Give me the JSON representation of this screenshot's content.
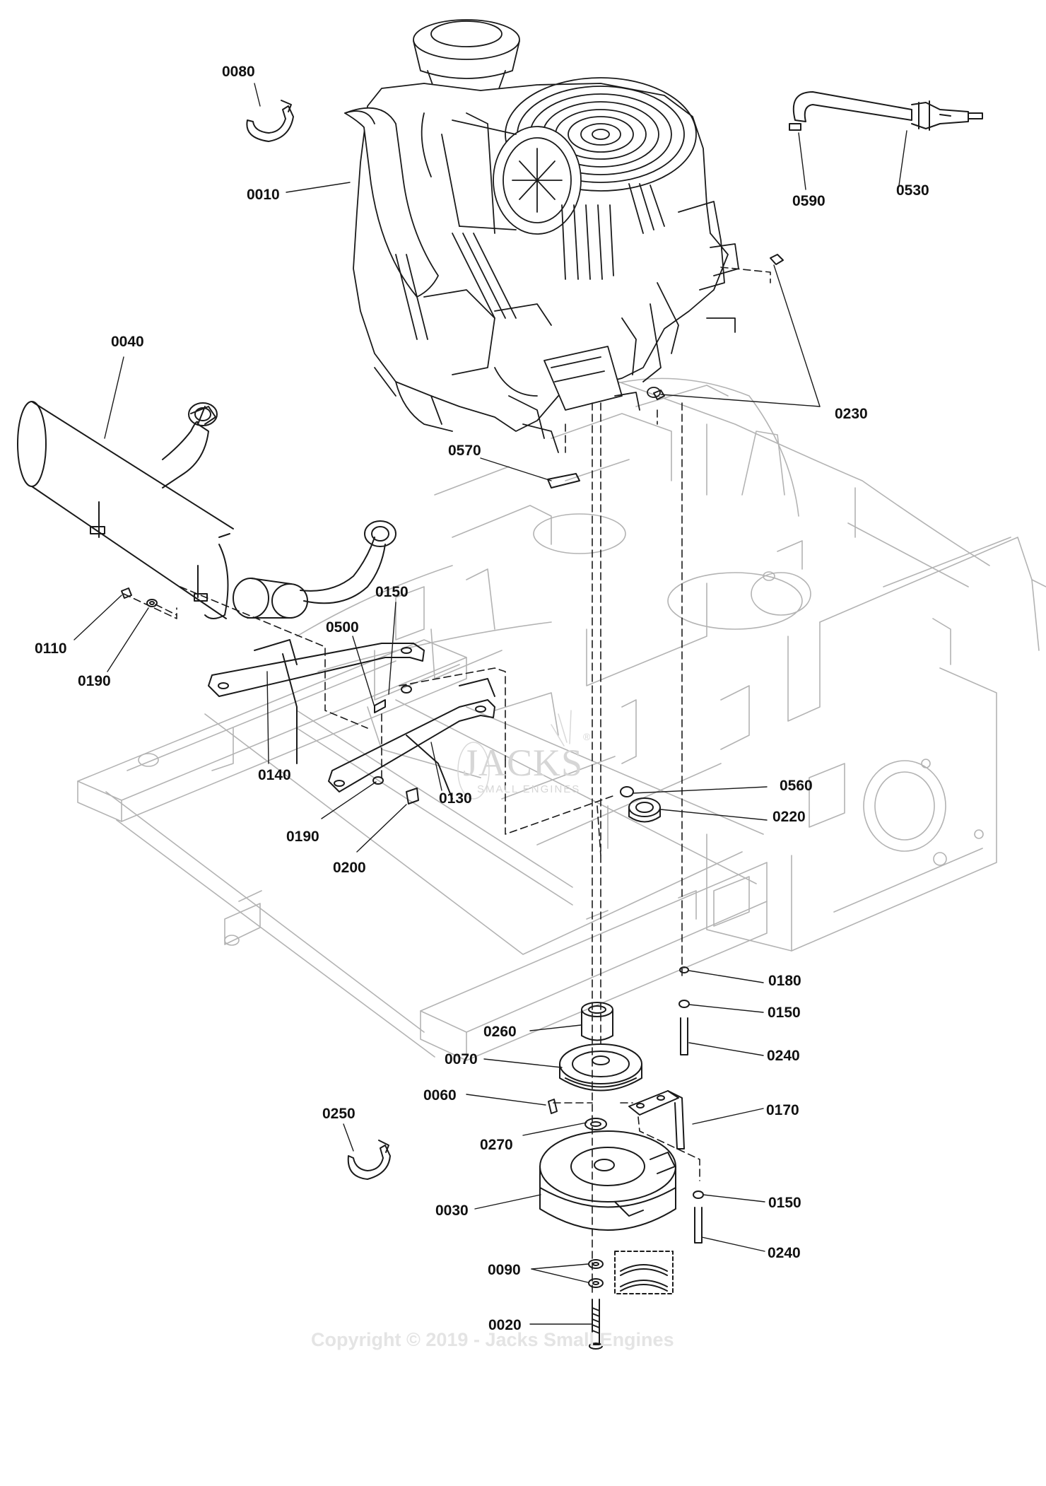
{
  "watermark": {
    "brand": "JACKS",
    "brand_reg": "®",
    "tagline": "SMALL ENGINES"
  },
  "copyright": "Copyright © 2019 - Jacks Small Engines",
  "labels": {
    "p0080": "0080",
    "p0010": "0010",
    "p0590": "0590",
    "p0530": "0530",
    "p0040": "0040",
    "p0230": "0230",
    "p0570": "0570",
    "p0150_a": "0150",
    "p0500": "0500",
    "p0110": "0110",
    "p0190_a": "0190",
    "p0140": "0140",
    "p0130": "0130",
    "p0560": "0560",
    "p0220": "0220",
    "p0190_b": "0190",
    "p0200": "0200",
    "p0180": "0180",
    "p0150_b": "0150",
    "p0260": "0260",
    "p0240_a": "0240",
    "p0070": "0070",
    "p0060": "0060",
    "p0170": "0170",
    "p0250": "0250",
    "p0270": "0270",
    "p0030": "0030",
    "p0150_c": "0150",
    "p0240_b": "0240",
    "p0090": "0090",
    "p0020": "0020"
  }
}
